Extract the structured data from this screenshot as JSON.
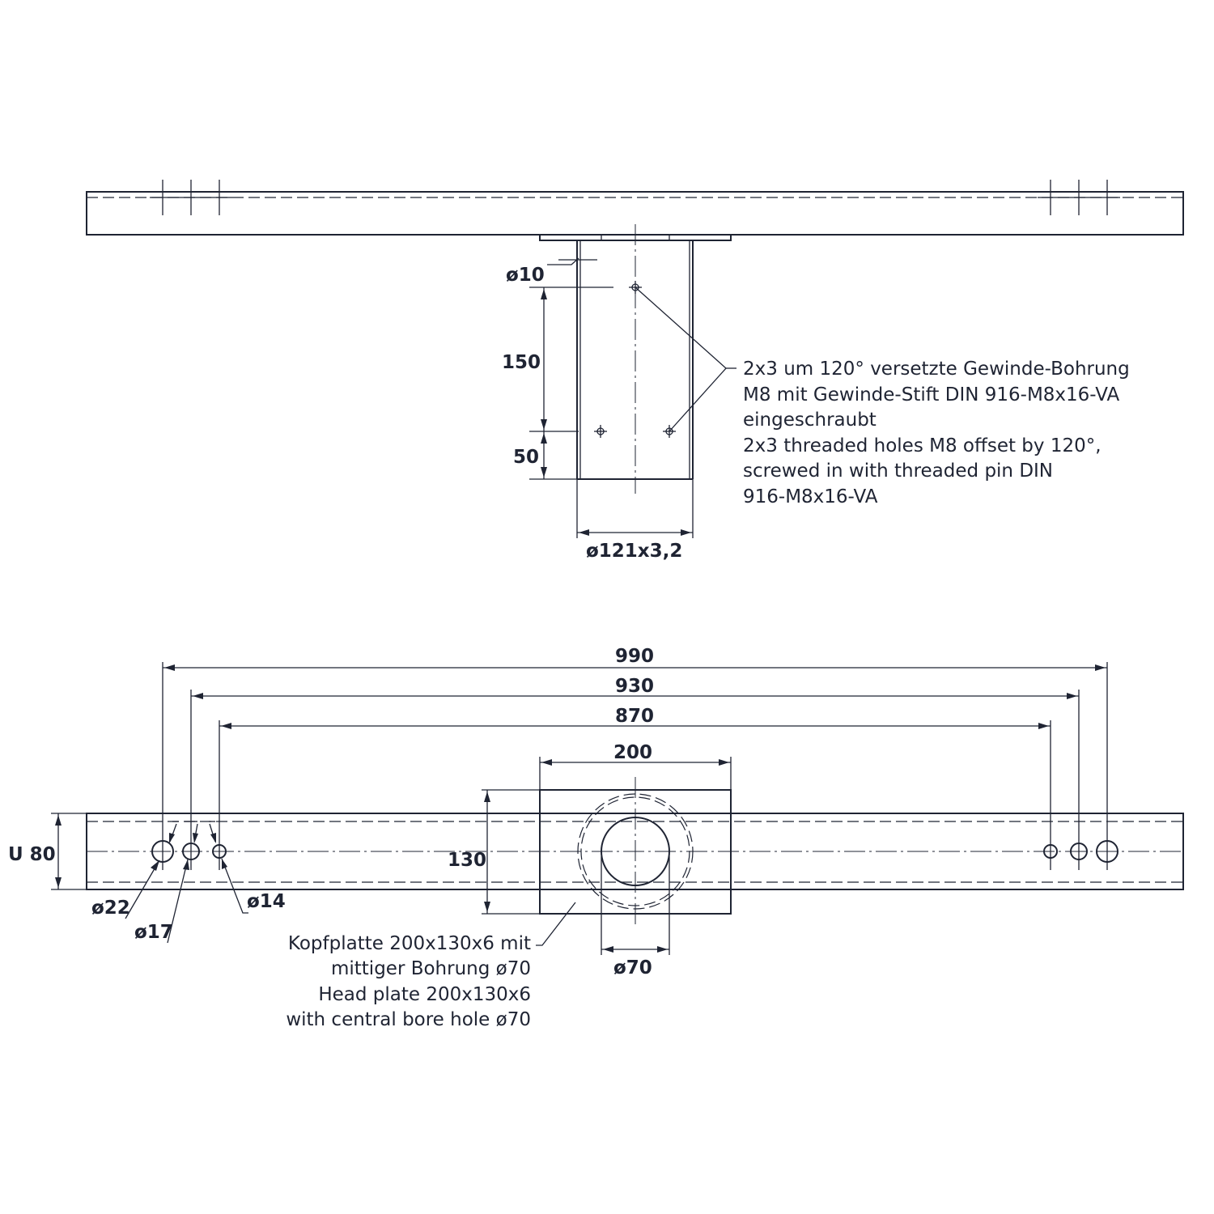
{
  "colors": {
    "line": "#1f2433",
    "background": "#ffffff"
  },
  "top_view": {
    "dim_bore": "ø10",
    "dim_150": "150",
    "dim_50": "50",
    "dim_tube": "ø121x3,2",
    "note_de_1": "2x3 um 120° versetzte Gewinde-Bohrung",
    "note_de_2": "M8 mit Gewinde-Stift DIN 916-M8x16-VA",
    "note_de_3": "eingeschraubt",
    "note_en_1": "2x3 threaded holes M8 offset by 120°,",
    "note_en_2": "screwed in with threaded pin DIN",
    "note_en_3": "916-M8x16-VA"
  },
  "bottom_view": {
    "dim_990": "990",
    "dim_930": "930",
    "dim_870": "870",
    "dim_200": "200",
    "dim_130": "130",
    "dim_u80": "U 80",
    "dim_d22": "ø22",
    "dim_d17": "ø17",
    "dim_d14": "ø14",
    "dim_d70": "ø70",
    "note_de_1": "Kopfplatte 200x130x6 mit",
    "note_de_2": "mittiger Bohrung ø70",
    "note_en_1": "Head plate 200x130x6",
    "note_en_2": "with central bore hole ø70"
  }
}
